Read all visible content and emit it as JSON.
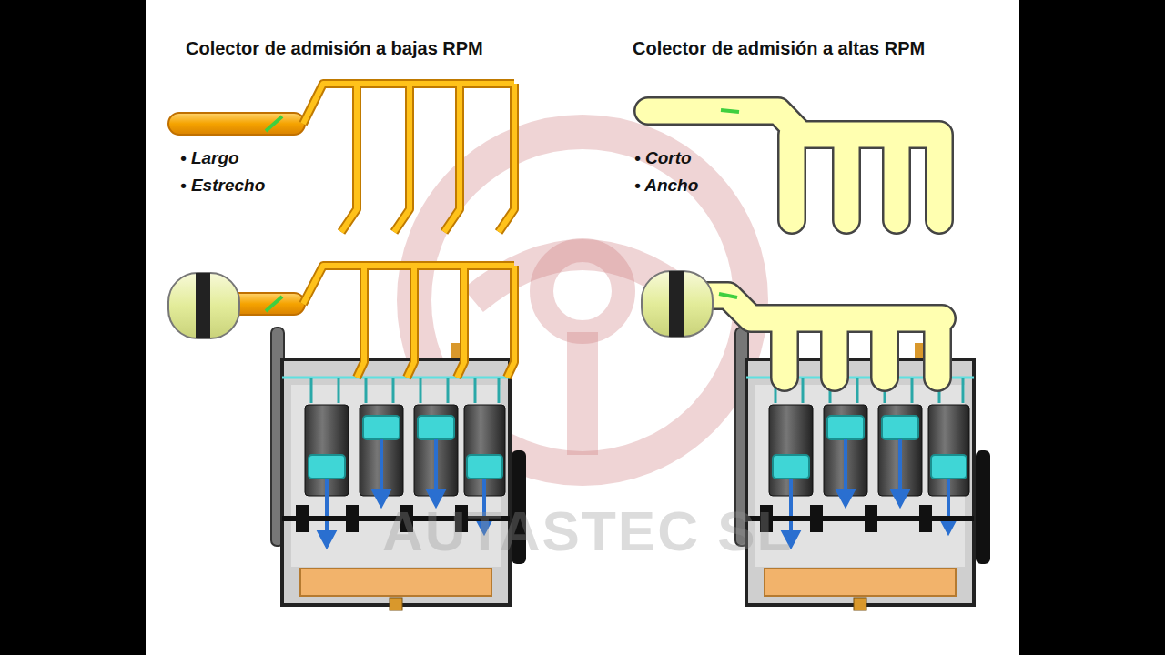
{
  "diagram": {
    "labels": [
      "Colector de admisión a bajas RPM",
      "Colector de admisión a altas RPM",
      "• Largo",
      "• Estrecho",
      "• Corto",
      "• Ancho",
      "AUTASTEC SL"
    ]
  }
}
